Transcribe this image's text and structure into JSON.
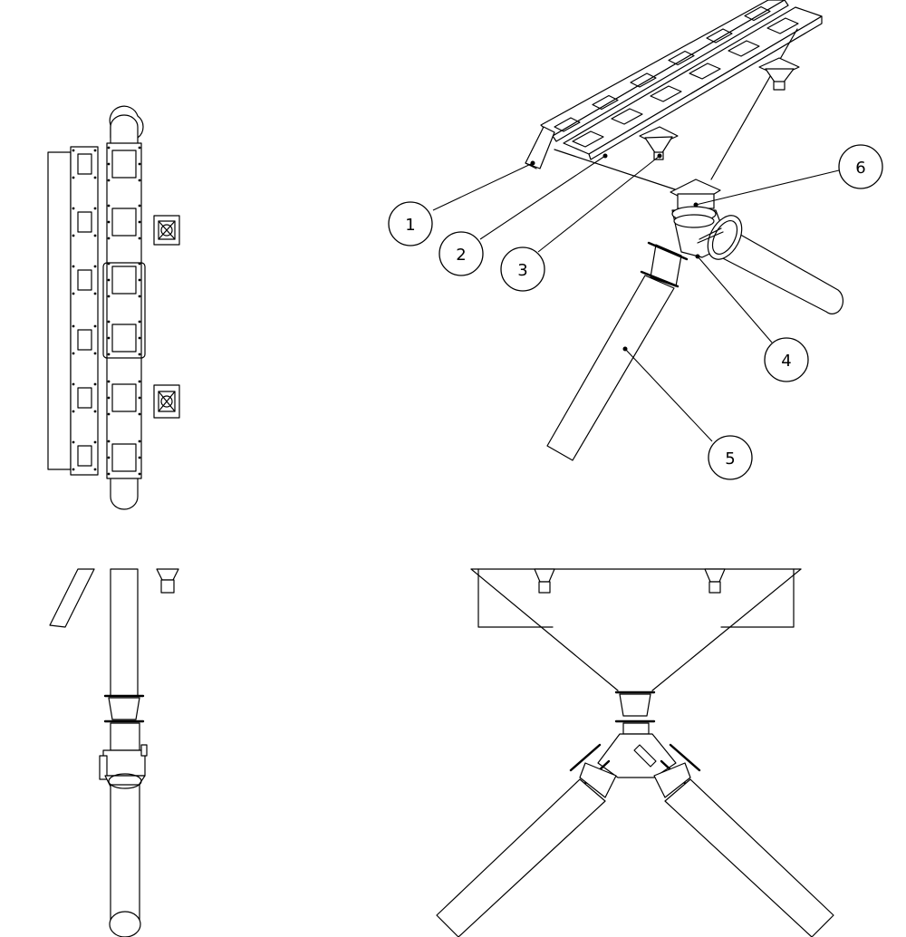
{
  "callouts": [
    "1",
    "2",
    "3",
    "4",
    "5",
    "6"
  ]
}
